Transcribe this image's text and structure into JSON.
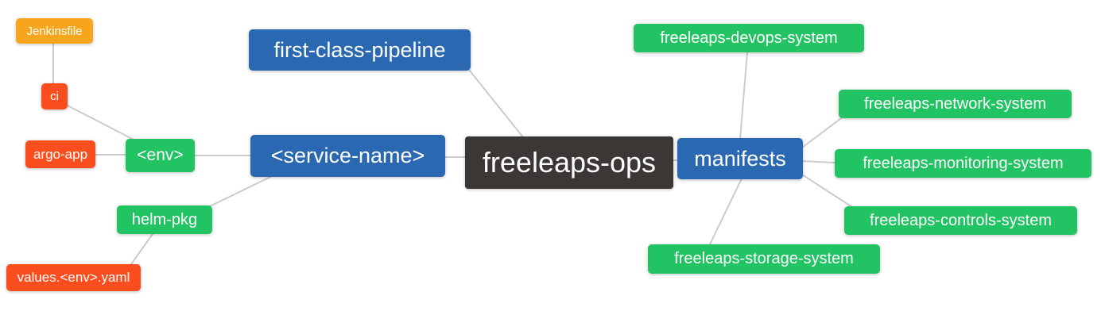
{
  "diagram": {
    "type": "mindmap",
    "root_label": "freeleaps-ops",
    "palette": {
      "blue": "#2a68b2",
      "green": "#21c363",
      "red": "#fa4e1e",
      "amber": "#f8a51e",
      "dark": "#3b3735",
      "edge": "#cccccc",
      "background": "#ffffff",
      "text": "#ffffff"
    },
    "nodes": [
      {
        "id": "jenkinsfile",
        "label": "Jenkinsfile",
        "color": "amber"
      },
      {
        "id": "ci",
        "label": "ci",
        "color": "red"
      },
      {
        "id": "argo-app",
        "label": "argo-app",
        "color": "red"
      },
      {
        "id": "env",
        "label": "<env>",
        "color": "green"
      },
      {
        "id": "helm-pkg",
        "label": "helm-pkg",
        "color": "green"
      },
      {
        "id": "values-env-yaml",
        "label": "values.<env>.yaml",
        "color": "red"
      },
      {
        "id": "first-class-pipeline",
        "label": "first-class-pipeline",
        "color": "blue"
      },
      {
        "id": "service-name",
        "label": "<service-name>",
        "color": "blue"
      },
      {
        "id": "freeleaps-ops",
        "label": "freeleaps-ops",
        "color": "dark"
      },
      {
        "id": "manifests",
        "label": "manifests",
        "color": "blue"
      },
      {
        "id": "devops-system",
        "label": "freeleaps-devops-system",
        "color": "green"
      },
      {
        "id": "network-system",
        "label": "freeleaps-network-system",
        "color": "green"
      },
      {
        "id": "monitoring-system",
        "label": "freeleaps-monitoring-system",
        "color": "green"
      },
      {
        "id": "controls-system",
        "label": "freeleaps-controls-system",
        "color": "green"
      },
      {
        "id": "storage-system",
        "label": "freeleaps-storage-system",
        "color": "green"
      }
    ],
    "edges": [
      {
        "from": "Jenkinsfile",
        "to": "ci"
      },
      {
        "from": "ci",
        "to": "<env>"
      },
      {
        "from": "argo-app",
        "to": "<env>"
      },
      {
        "from": "<env>",
        "to": "<service-name>"
      },
      {
        "from": "helm-pkg",
        "to": "<service-name>"
      },
      {
        "from": "values.<env>.yaml",
        "to": "helm-pkg"
      },
      {
        "from": "<service-name>",
        "to": "freeleaps-ops"
      },
      {
        "from": "first-class-pipeline",
        "to": "freeleaps-ops"
      },
      {
        "from": "freeleaps-ops",
        "to": "manifests"
      },
      {
        "from": "manifests",
        "to": "freeleaps-devops-system"
      },
      {
        "from": "manifests",
        "to": "freeleaps-network-system"
      },
      {
        "from": "manifests",
        "to": "freeleaps-monitoring-system"
      },
      {
        "from": "manifests",
        "to": "freeleaps-controls-system"
      },
      {
        "from": "manifests",
        "to": "freeleaps-storage-system"
      }
    ]
  }
}
